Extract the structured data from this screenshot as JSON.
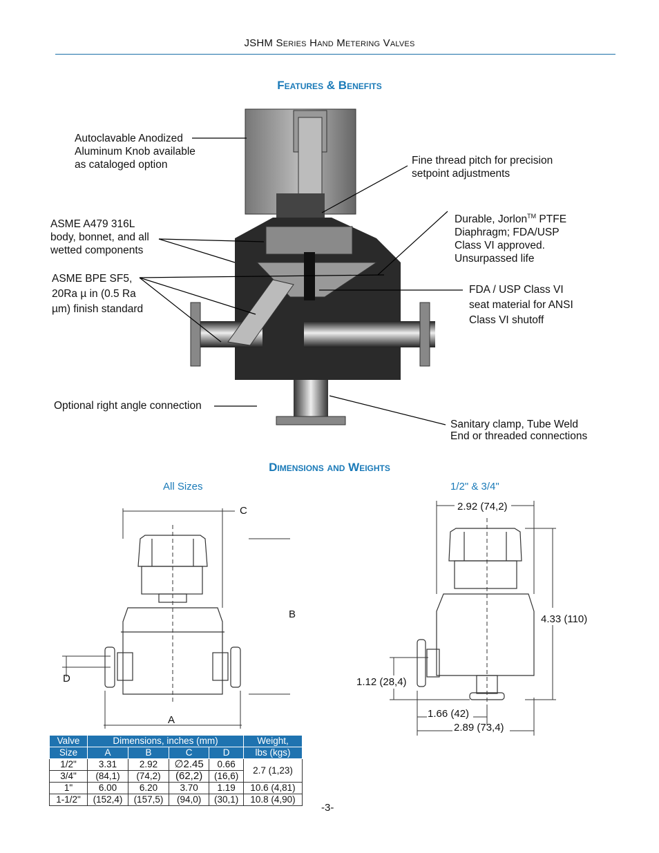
{
  "header": {
    "title": "JSHM Series Hand Metering Valves"
  },
  "sections": {
    "features": "Features & Benefits",
    "dimensions": "Dimensions and Weights"
  },
  "callouts": {
    "knob": [
      "Autoclavable Anodized",
      "Aluminum Knob available",
      "as cataloged option"
    ],
    "body": [
      "ASME A479 316L",
      "body, bonnet, and all",
      "wetted components"
    ],
    "finish": [
      "ASME BPE SF5,",
      "20Ra µ in (0.5 Ra",
      "µm) finish standard"
    ],
    "right_angle": "Optional right angle connection",
    "thread": [
      "Fine thread pitch for precision",
      "setpoint adjustments"
    ],
    "diaphragm_pre": "Durable, Jorlon",
    "diaphragm_tm": "TM",
    "diaphragm_post": " PTFE",
    "diaphragm": [
      "Diaphragm; FDA/USP",
      "Class VI approved.",
      "Unsurpassed life"
    ],
    "seat": [
      "FDA / USP Class VI",
      "seat material for ANSI",
      "Class VI shutoff"
    ],
    "clamp": [
      "Sanitary clamp, Tube Weld",
      "End or threaded connections"
    ]
  },
  "drawings": {
    "left_title": "All Sizes",
    "right_title": "1/2\" & 3/4\"",
    "left_labels": {
      "c": "C",
      "b": "B",
      "d": "D",
      "a": "A"
    },
    "right_labels": {
      "width": "2.92 (74,2)",
      "height": "4.33 (110)",
      "port": "1.12 (28,4)",
      "offset": "1.66 (42)",
      "overall": "2.89 (73,4)"
    }
  },
  "table": {
    "head": {
      "valve": [
        "Valve",
        "Size"
      ],
      "dims": "Dimensions, inches (mm)",
      "weight": [
        "Weight,",
        "lbs (kgs)"
      ],
      "cols": [
        "A",
        "B",
        "C",
        "D"
      ]
    },
    "rows": {
      "r1": {
        "size": "1/2\"",
        "a": "3.31",
        "b": "2.92",
        "c": "∅2.45",
        "d": "0.66",
        "w": "2.7 (1,23)"
      },
      "r2": {
        "size": "3/4\"",
        "a": "(84,1)",
        "b": "(74,2)",
        "c": "(62,2)",
        "d": "(16,6)"
      },
      "r3": {
        "size": "1\"",
        "a": "6.00",
        "b": "6.20",
        "c": "3.70",
        "d": "1.19",
        "w": "10.6 (4,81)"
      },
      "r4": {
        "size": "1-1/2\"",
        "a": "(152,4)",
        "b": "(157,5)",
        "c": "(94,0)",
        "d": "(30,1)",
        "w": "10.8 (4,90)"
      }
    }
  },
  "page_number": "-3-"
}
